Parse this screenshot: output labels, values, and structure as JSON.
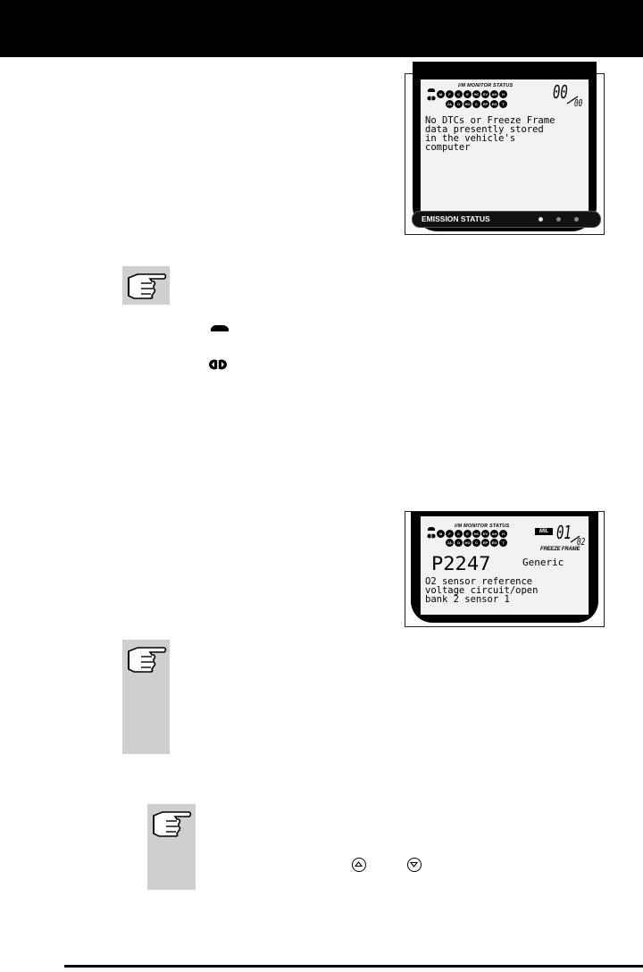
{
  "screen1": {
    "monitor_title": "I/M MONITOR STATUS",
    "monitor_row1": [
      "M",
      "F",
      "C",
      "E",
      "HC",
      "EV",
      "AH",
      "H"
    ],
    "monitor_row2": [
      "2A",
      "O",
      "HO",
      "C",
      "EP",
      "EG",
      "T"
    ],
    "counter_top": "00",
    "counter_bottom": "00",
    "message_lines": [
      "No DTCs or Freeze Frame",
      "data presently stored",
      "in the vehicle's",
      "computer"
    ],
    "emission_label": "EMISSION STATUS"
  },
  "screen2": {
    "monitor_title": "I/M MONITOR STATUS",
    "monitor_row1": [
      "M",
      "F",
      "C",
      "E",
      "HC",
      "EV",
      "AH",
      "H"
    ],
    "monitor_row2": [
      "2A",
      "O",
      "HO",
      "C",
      "EP",
      "EG",
      "T"
    ],
    "mil_label": "MIL",
    "counter_top": "01",
    "counter_bottom": "02",
    "freeze_label": "FREEZE FRAME",
    "code": "P2247",
    "code_type": "Generic",
    "definition_lines": [
      "O2 sensor reference",
      "voltage circuit/open",
      "bank 2 sensor 1"
    ]
  },
  "colors": {
    "header": "#000000",
    "note_box": "#cfcfcf",
    "led_green": "#e6e6e6",
    "led_dim": "#8a8a8a"
  },
  "icons": [
    "hand-pointing-note-icon",
    "vehicle-icon",
    "link-icon",
    "up-arrow-button-icon",
    "down-arrow-button-icon"
  ]
}
